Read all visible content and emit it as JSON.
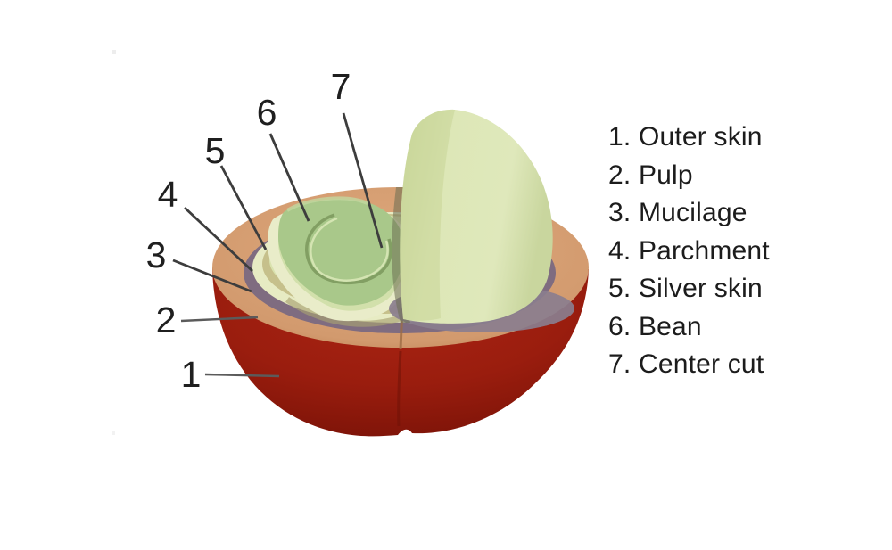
{
  "legend": {
    "items": [
      "1. Outer skin",
      "2. Pulp",
      "3. Mucilage",
      "4. Parchment",
      "5. Silver skin",
      "6. Bean",
      "7. Center cut"
    ]
  },
  "diagram": {
    "numbers": [
      "1",
      "2",
      "3",
      "4",
      "5",
      "6",
      "7"
    ]
  },
  "colors": {
    "background": "#ffffff",
    "outer_skin": "#9e1d0f",
    "pulp": "#d49d72",
    "mucilage": "#7f6c80",
    "parchment": "#e7ebc3",
    "parchment_step": "#e9ecc9",
    "silver_skin": "#c6c08b",
    "bean_bed": "#d9e2ae",
    "bean": "#a9c88a",
    "bean_bevel": "#d2e0ab",
    "upright_bean": "#dbe5b3",
    "shadow": "#8a7e8e",
    "leader_line": "#3d3d3d",
    "leader_line_gray": "#5b5b5b",
    "text": "#1c1c1c"
  }
}
